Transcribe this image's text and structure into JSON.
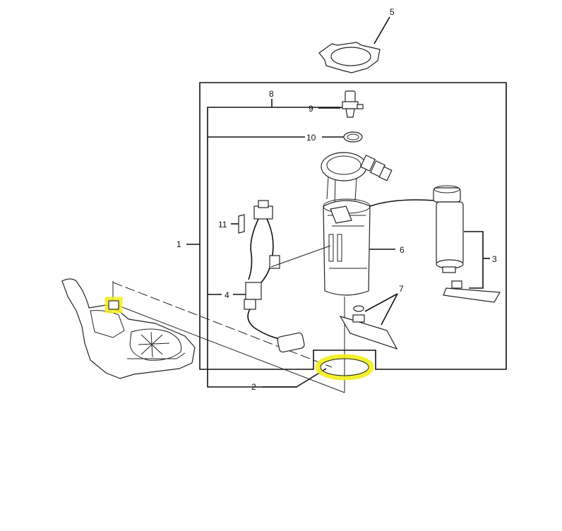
{
  "callouts": {
    "c1": "1",
    "c2": "2",
    "c3": "3",
    "c4": "4",
    "c5": "5",
    "c6": "6",
    "c7": "7",
    "c8": "8",
    "c9": "9",
    "c10": "10",
    "c11": "11"
  },
  "colors": {
    "highlight": "#f2ee1a",
    "line": "#111111",
    "background": "#ffffff"
  }
}
